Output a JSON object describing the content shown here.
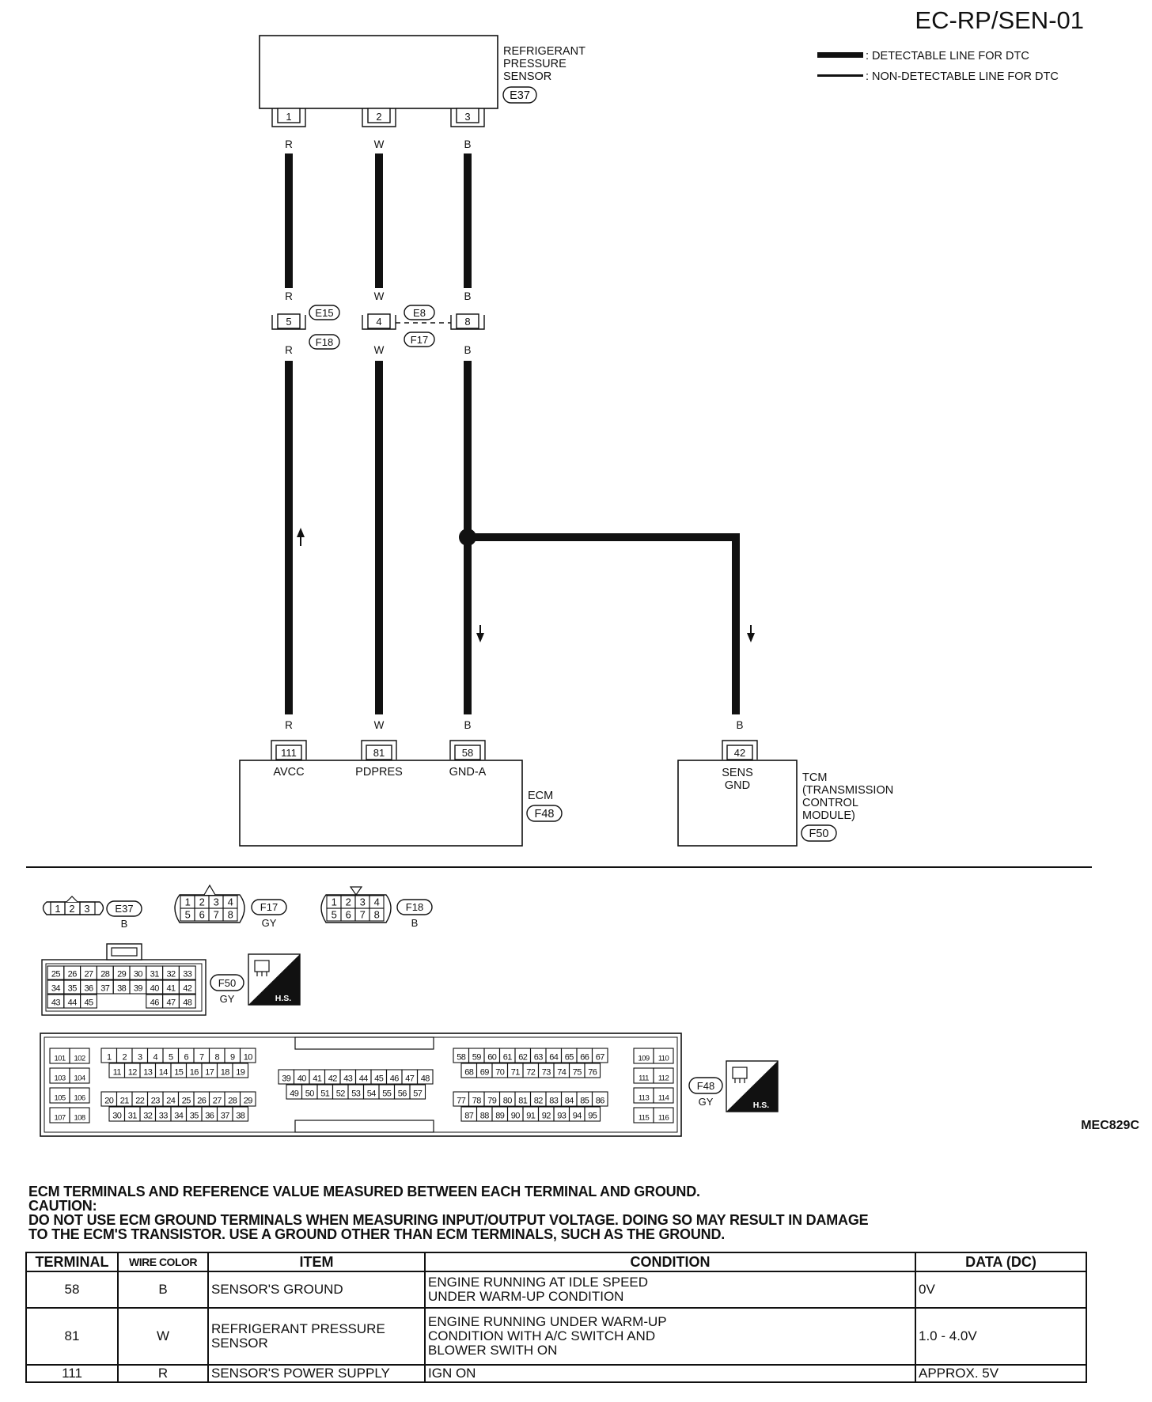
{
  "page_code": "EC-RP/SEN-01",
  "figure_code": "MEC829C",
  "legend": {
    "detectable": ": DETECTABLE LINE FOR DTC",
    "non_detectable": ": NON-DETECTABLE LINE FOR DTC"
  },
  "components": {
    "sensor": {
      "name_lines": [
        "REFRIGERANT",
        "PRESSURE",
        "SENSOR"
      ],
      "connector": "E37"
    },
    "ecm": {
      "name": "ECM",
      "connector": "F48"
    },
    "tcm": {
      "name_lines": [
        "TCM",
        "(TRANSMISSION",
        "CONTROL",
        "MODULE)"
      ],
      "connector": "F50"
    }
  },
  "sensor_pins": [
    "1",
    "2",
    "3"
  ],
  "wires": [
    {
      "color": "R",
      "ecm_terminal": "111",
      "ecm_label": "AVCC",
      "joint_pin": "5"
    },
    {
      "color": "W",
      "ecm_terminal": "81",
      "ecm_label": "PDPRES",
      "joint_pin": "4"
    },
    {
      "color": "B",
      "ecm_terminal": "58",
      "ecm_label": "GND-A",
      "joint_pin": "8"
    }
  ],
  "joint_connectors": {
    "top_left": "E15",
    "bottom_left": "F18",
    "top_right": "E8",
    "bottom_right": "F17"
  },
  "tcm_wire": {
    "color": "B",
    "terminal": "42",
    "label_lines": [
      "SENS",
      "GND"
    ]
  },
  "connector_views": {
    "e37": {
      "code": "E37",
      "color": "B",
      "pins": [
        "1",
        "2",
        "3"
      ]
    },
    "f17": {
      "code": "F17",
      "color": "GY",
      "pins_top": [
        "1",
        "2",
        "3",
        "4"
      ],
      "pins_bottom": [
        "5",
        "6",
        "7",
        "8"
      ]
    },
    "f18": {
      "code": "F18",
      "color": "B",
      "pins_top": [
        "1",
        "2",
        "3",
        "4"
      ],
      "pins_bottom": [
        "5",
        "6",
        "7",
        "8"
      ]
    },
    "f50": {
      "code": "F50",
      "color": "GY",
      "rows": [
        [
          "25",
          "26",
          "27",
          "28",
          "29",
          "30",
          "31",
          "32",
          "33"
        ],
        [
          "34",
          "35",
          "36",
          "37",
          "38",
          "39",
          "40",
          "41",
          "42"
        ],
        [
          "43",
          "44",
          "45",
          "46",
          "47",
          "48"
        ]
      ]
    },
    "f48": {
      "code": "F48",
      "color": "GY"
    },
    "hs_label": "H.S."
  },
  "notes": [
    "ECM TERMINALS AND REFERENCE VALUE MEASURED BETWEEN EACH TERMINAL AND GROUND.",
    "CAUTION:",
    "DO NOT USE ECM GROUND TERMINALS WHEN MEASURING INPUT/OUTPUT VOLTAGE. DOING SO MAY RESULT IN  DAMAGE",
    "TO THE  ECM'S TRANSISTOR. USE A GROUND OTHER THAN ECM TERMINALS, SUCH AS THE GROUND."
  ],
  "table": {
    "headers": [
      "TERMINAL",
      "WIRE COLOR",
      "ITEM",
      "CONDITION",
      "DATA (DC)"
    ],
    "rows": [
      {
        "terminal": "58",
        "wire_color": "B",
        "item": "SENSOR'S GROUND",
        "condition": "ENGINE RUNNING AT IDLE SPEED\nUNDER WARM-UP CONDITION",
        "data": "0V"
      },
      {
        "terminal": "81",
        "wire_color": "W",
        "item": "REFRIGERANT PRESSURE\nSENSOR",
        "condition": "ENGINE RUNNING UNDER WARM-UP\nCONDITION WITH A/C SWITCH AND\nBLOWER SWITH ON",
        "data": "1.0 - 4.0V"
      },
      {
        "terminal": "111",
        "wire_color": "R",
        "item": "SENSOR'S POWER SUPPLY",
        "condition": "IGN ON",
        "data": "APPROX. 5V"
      }
    ]
  }
}
